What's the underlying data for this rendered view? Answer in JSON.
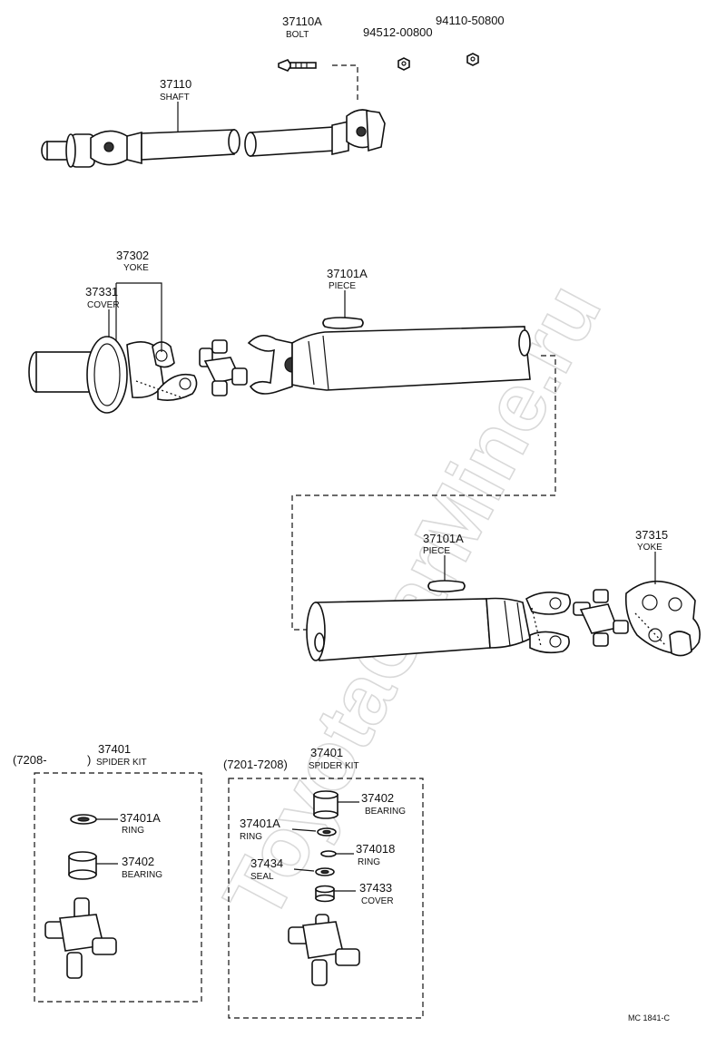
{
  "watermark": "ToyotaCarMine.ru",
  "labels": {
    "bolt": {
      "part": "37110A",
      "name": "BOLT"
    },
    "nut_small_a": {
      "part": "94512-00800"
    },
    "nut_small_b": {
      "part": "94110-50800"
    },
    "shaft": {
      "part": "37110",
      "name": "SHAFT"
    },
    "yoke_front": {
      "part": "37302",
      "name": "YOKE"
    },
    "cover_front": {
      "part": "37331",
      "name": "COVER"
    },
    "piece_upper": {
      "part": "37101A",
      "name": "PIECE"
    },
    "piece_lower": {
      "part": "37101A",
      "name": "PIECE"
    },
    "yoke_rear": {
      "part": "37315",
      "name": "YOKE"
    }
  },
  "kit_left": {
    "period": "(7208-",
    "period_close": ")",
    "part": "37401",
    "name": "SPIDER KIT",
    "ring": {
      "part": "37401A",
      "name": "RING"
    },
    "bearing": {
      "part": "37402",
      "name": "BEARING"
    }
  },
  "kit_right": {
    "period": "(7201-7208)",
    "part": "37401",
    "name": "SPIDER KIT",
    "bearing": {
      "part": "37402",
      "name": "BEARING"
    },
    "ring_a": {
      "part": "37401A",
      "name": "RING"
    },
    "ring_b": {
      "part": "374018",
      "name": "RING"
    },
    "seal": {
      "part": "37434",
      "name": "SEAL"
    },
    "cover": {
      "part": "37433",
      "name": "COVER"
    }
  },
  "figure_code": "MC 1841-C"
}
